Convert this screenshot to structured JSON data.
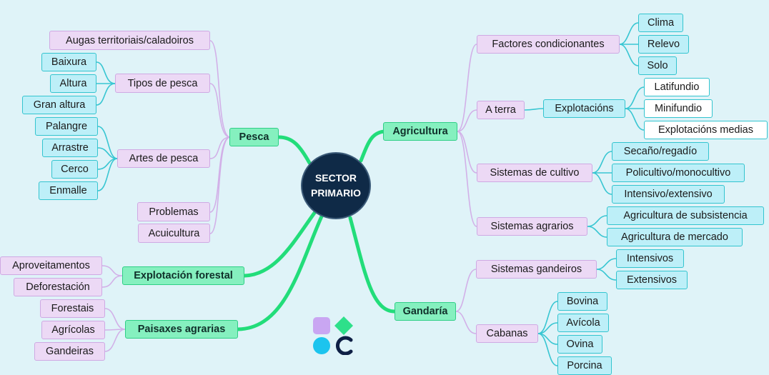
{
  "center": {
    "line1": "SECTOR",
    "line2": "PRIMARIO"
  },
  "pesca": {
    "label": "Pesca",
    "augas": "Augas territoriais/caladoiros",
    "tipos": {
      "label": "Tipos de pesca",
      "items": [
        "Baixura",
        "Altura",
        "Gran altura"
      ]
    },
    "artes": {
      "label": "Artes de pesca",
      "items": [
        "Palangre",
        "Arrastre",
        "Cerco",
        "Enmalle"
      ]
    },
    "problemas": "Problemas",
    "acuicultura": "Acuicultura"
  },
  "forestal": {
    "label": "Explotación forestal",
    "items": [
      "Aproveitamentos",
      "Deforestación"
    ]
  },
  "paisaxes": {
    "label": "Paisaxes agrarias",
    "items": [
      "Forestais",
      "Agrícolas",
      "Gandeiras"
    ]
  },
  "agricultura": {
    "label": "Agricultura",
    "factores": {
      "label": "Factores condicionantes",
      "items": [
        "Clima",
        "Relevo",
        "Solo"
      ]
    },
    "terra": {
      "label": "A terra",
      "explotacions": {
        "label": "Explotacións",
        "items": [
          "Latifundio",
          "Minifundio",
          "Explotacións medias"
        ]
      }
    },
    "cultivo": {
      "label": "Sistemas de cultivo",
      "items": [
        "Secaño/regadío",
        "Policultivo/monocultivo",
        "Intensivo/extensivo"
      ]
    },
    "agrarios": {
      "label": "Sistemas agrarios",
      "items": [
        "Agricultura de subsistencia",
        "Agricultura de mercado"
      ]
    }
  },
  "gandaria": {
    "label": "Gandaría",
    "sistemas": {
      "label": "Sistemas gandeiros",
      "items": [
        "Intensivos",
        "Extensivos"
      ]
    },
    "cabanas": {
      "label": "Cabanas",
      "items": [
        "Bovina",
        "Avícola",
        "Ovina",
        "Porcina"
      ]
    }
  },
  "colors": {
    "background": "#dff3f8",
    "main_branch": "#22dd7a",
    "pink_branch": "#d2b0e8",
    "teal_branch": "#38c6d2",
    "center_fill": "#0f2a47",
    "logo_purple": "#c9a6f2",
    "logo_green": "#2ee08a",
    "logo_blue": "#1cc4ee",
    "logo_navy": "#0e1f45"
  }
}
